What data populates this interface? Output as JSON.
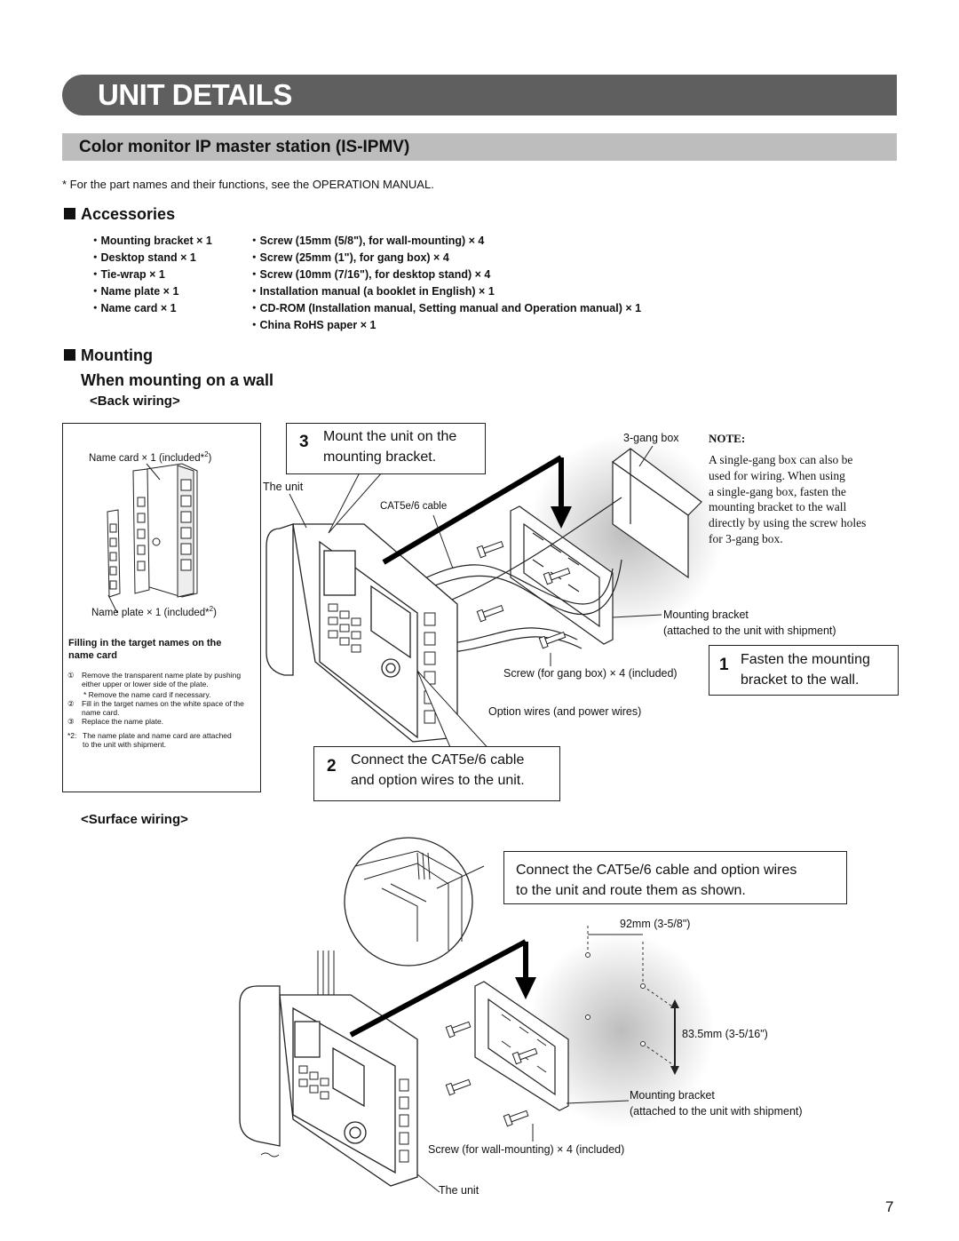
{
  "header": {
    "title": "UNIT DETAILS",
    "subtitle": "Color monitor IP master station (IS-IPMV)",
    "note": "*  For the part names and their functions, see the OPERATION MANUAL."
  },
  "accessories": {
    "heading": "Accessories",
    "left": [
      "・Mounting bracket × 1",
      "・Desktop stand × 1",
      "・Tie-wrap × 1",
      "・Name plate × 1",
      "・Name card × 1"
    ],
    "right": [
      "・Screw (15mm (5/8\"), for wall-mounting) × 4",
      "・Screw (25mm (1\"), for gang box) × 4",
      "・Screw (10mm (7/16\"), for desktop stand) × 4",
      "・Installation manual (a booklet in English) × 1",
      "・CD-ROM (Installation manual, Setting manual and Operation manual) × 1",
      "・China RoHS paper × 1"
    ]
  },
  "mounting": {
    "heading": "Mounting",
    "wall_heading": "When mounting on a wall",
    "back_wiring": "<Back wiring>",
    "surface_wiring": "<Surface wiring>"
  },
  "namecard_box": {
    "name_card": "Name card × 1 (included*",
    "name_card_sup": "2",
    "name_plate": "Name plate × 1 (included*",
    "name_plate_sup": "2",
    "close": ")",
    "filling_title": "Filling in the target names on the name card",
    "step1": "Remove the transparent name plate by pushing either upper or lower side of the plate.",
    "step1_note": "* Remove the name card if necessary.",
    "step2": "Fill in the target names on the white space of the name card.",
    "step3": "Replace the name plate.",
    "c1": "①",
    "c2": "②",
    "c3": "③",
    "footnote_mark": "*2:",
    "footnote": "The name plate and name card are attached to the unit with shipment."
  },
  "back": {
    "step3_num": "3",
    "step3_text_1": "Mount the unit on the",
    "step3_text_2": "mounting bracket.",
    "the_unit": "The unit",
    "cable": "CAT5e/6 cable",
    "gangbox": "3-gang box",
    "note_title": "NOTE:",
    "note_lines": [
      "A single-gang box can also be",
      "used for wiring. When using",
      "a single-gang box, fasten the",
      "mounting bracket to the wall",
      "directly by using the screw holes",
      "for 3-gang box."
    ],
    "mounting_bracket": "Mounting bracket",
    "attached": "(attached to the unit with shipment)",
    "screw_gang": "Screw (for gang box) × 4 (included)",
    "option_wires": "Option wires (and power wires)",
    "step1_num": "1",
    "step1_text_1": "Fasten the mounting",
    "step1_text_2": "bracket to the wall.",
    "step2_num": "2",
    "step2_text_1": "Connect the CAT5e/6 cable",
    "step2_text_2": "and option wires to the unit."
  },
  "surface": {
    "callout_1": "Connect the CAT5e/6 cable and option wires",
    "callout_2": "to the unit and route them as shown.",
    "dim_w": "92mm (3-5/8\")",
    "dim_h": "83.5mm (3-5/16\")",
    "mounting_bracket": "Mounting bracket",
    "attached": "(attached to the unit with shipment)",
    "screw_wall": "Screw (for wall-mounting) × 4 (included)",
    "the_unit": "The unit"
  },
  "page_number": "7"
}
